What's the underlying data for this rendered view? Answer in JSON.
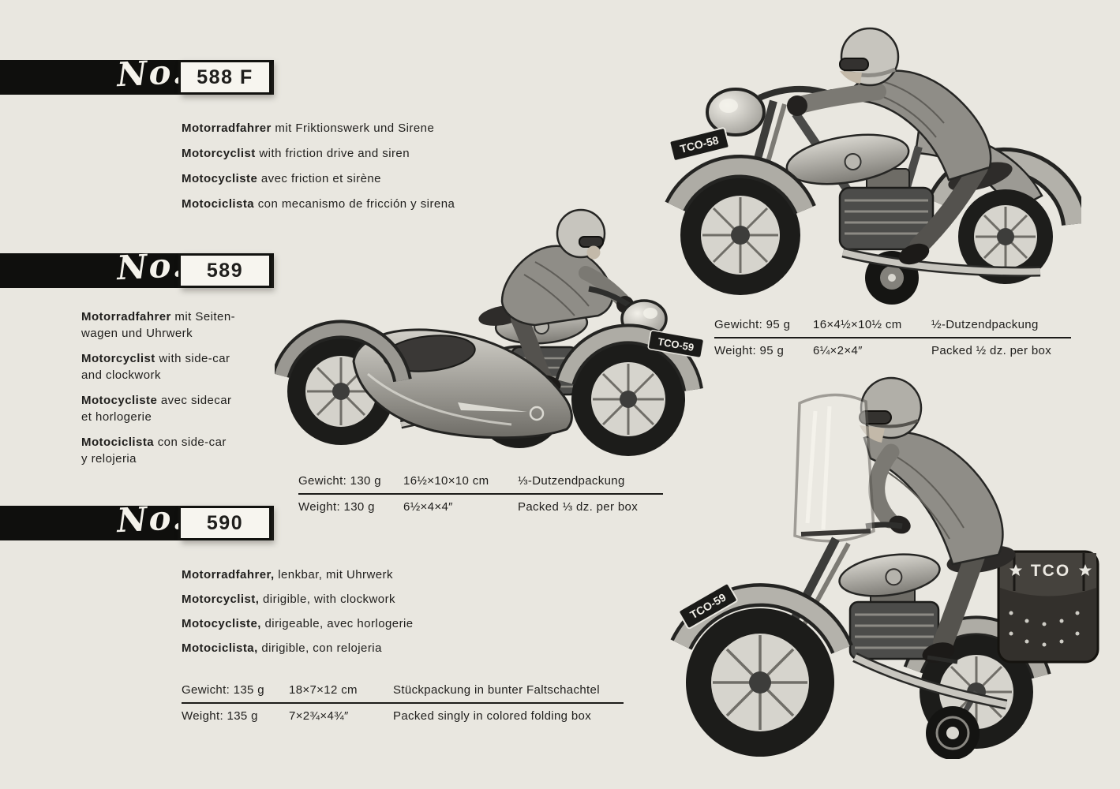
{
  "page": {
    "background": "#e9e7e0",
    "ink": "#1f1e1c",
    "ribbon": "#0f0f0d"
  },
  "sections": [
    {
      "no_label": "No.",
      "number": "588 F",
      "descriptions": [
        {
          "lead": "Motorradfahrer",
          "rest": " mit Friktionswerk und Sirene"
        },
        {
          "lead": "Motorcyclist",
          "rest": " with friction drive and siren"
        },
        {
          "lead": "Motocycliste",
          "rest": " avec friction et sirène"
        },
        {
          "lead": "Motociclista",
          "rest": " con mecanismo de fricción y sirena"
        }
      ],
      "specs": {
        "row1": {
          "c1": "Gewicht: 95 g",
          "c2": "16×4½×10½ cm",
          "c3": "½-Dutzendpackung"
        },
        "row2": {
          "c1": "Weight: 95 g",
          "c2": "6¼×2×4″",
          "c3": "Packed ½ dz. per box"
        }
      },
      "plate": "TCO-58"
    },
    {
      "no_label": "No.",
      "number": "589",
      "descriptions": [
        {
          "lead": "Motorradfahrer",
          "rest": " mit Seiten-"
        },
        {
          "lead": "",
          "rest": "wagen und Uhrwerk"
        },
        {
          "lead": "Motorcyclist",
          "rest": " with side-car"
        },
        {
          "lead": "",
          "rest": "and clockwork"
        },
        {
          "lead": "Motocycliste",
          "rest": " avec sidecar"
        },
        {
          "lead": "",
          "rest": "et horlogerie"
        },
        {
          "lead": "Motociclista",
          "rest": " con side-car"
        },
        {
          "lead": "",
          "rest": "y relojeria"
        }
      ],
      "specs": {
        "row1": {
          "c1": "Gewicht: 130 g",
          "c2": "16½×10×10 cm",
          "c3": "⅓-Dutzendpackung"
        },
        "row2": {
          "c1": "Weight: 130 g",
          "c2": "6½×4×4″",
          "c3": "Packed ⅓ dz. per box"
        }
      },
      "plate": "TCO-59"
    },
    {
      "no_label": "No.",
      "number": "590",
      "descriptions": [
        {
          "lead": "Motorradfahrer,",
          "rest": " lenkbar, mit Uhrwerk"
        },
        {
          "lead": "Motorcyclist,",
          "rest": " dirigible, with clockwork"
        },
        {
          "lead": "Motocycliste,",
          "rest": " dirigeable, avec horlogerie"
        },
        {
          "lead": "Motociclista,",
          "rest": " dirigible, con relojeria"
        }
      ],
      "specs": {
        "row1": {
          "c1": "Gewicht: 135 g",
          "c2": "18×7×12 cm",
          "c3": "Stückpackung in bunter Faltschachtel"
        },
        "row2": {
          "c1": "Weight: 135 g",
          "c2": "7×2¾×4¾″",
          "c3": "Packed singly in colored folding box"
        }
      },
      "plate": "TCO-59",
      "saddlebag_label": "TCO"
    }
  ]
}
